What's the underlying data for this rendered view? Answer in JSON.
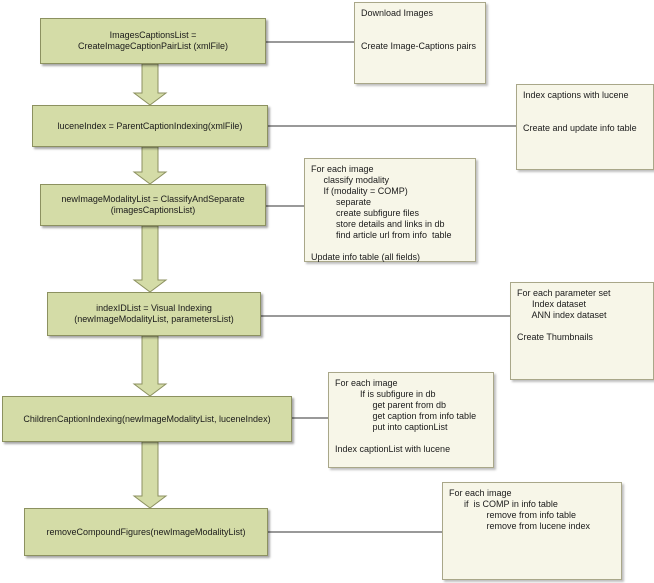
{
  "steps": [
    {
      "lines": [
        "ImagesCaptionsList =",
        "CreateImageCaptionPairList (xmlFile)"
      ]
    },
    {
      "lines": [
        "luceneIndex = ParentCaptionIndexing(xmlFile)"
      ]
    },
    {
      "lines": [
        "newImageModalityList = ClassifyAndSeparate",
        "(imagesCaptionsList)"
      ]
    },
    {
      "lines": [
        "indexIDList  = Visual Indexing",
        "(newImageModalityList, parametersList)"
      ]
    },
    {
      "lines": [
        "ChildrenCaptionIndexing(newImageModalityList, luceneIndex)"
      ]
    },
    {
      "lines": [
        "removeCompoundFigures(newImageModalityList)"
      ]
    }
  ],
  "notes": [
    {
      "lines": [
        "Download Images",
        "",
        "",
        "Create Image-Captions pairs"
      ]
    },
    {
      "lines": [
        "Index captions with lucene",
        "",
        "",
        "Create and update info table"
      ]
    },
    {
      "lines": [
        "For each image",
        "     classify modality",
        "     If (modality = COMP)",
        "          separate",
        "          create subfigure files",
        "          store details and links in db",
        "          find article url from info  table",
        "",
        "Update info table (all fields)"
      ]
    },
    {
      "lines": [
        "For each parameter set",
        "      Index dataset",
        "      ANN index dataset",
        "",
        "Create Thumbnails"
      ]
    },
    {
      "lines": [
        "For each image",
        "          If is subfigure in db",
        "               get parent from db",
        "               get caption from info table",
        "               put into captionList",
        "",
        "Index captionList with lucene"
      ]
    },
    {
      "lines": [
        "For each image",
        "      if  is COMP in info table",
        "               remove from info table",
        "               remove from lucene index"
      ]
    }
  ]
}
